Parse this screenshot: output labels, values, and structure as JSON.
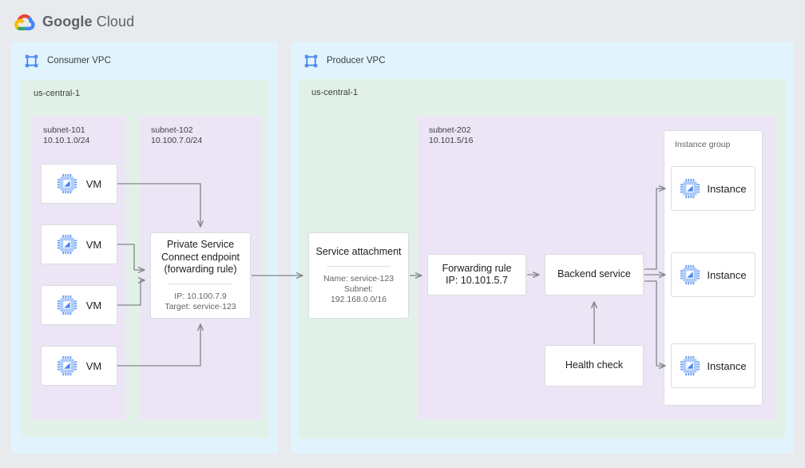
{
  "header": {
    "brand_google": "Google",
    "brand_cloud": "Cloud",
    "logo_icon": "google-cloud-logo"
  },
  "consumer_vpc": {
    "label": "Consumer VPC",
    "icon": "vpc-icon",
    "region": "us-central-1",
    "subnet_101": {
      "label": "subnet-101\n10.10.1.0/24",
      "name": "subnet-101",
      "cidr": "10.10.1.0/24",
      "vms": [
        {
          "label": "VM",
          "icon": "vm-chip-icon"
        },
        {
          "label": "VM",
          "icon": "vm-chip-icon"
        },
        {
          "label": "VM",
          "icon": "vm-chip-icon"
        },
        {
          "label": "VM",
          "icon": "vm-chip-icon"
        }
      ]
    },
    "subnet_102": {
      "label": "subnet-102\n10.100.7.0/24",
      "name": "subnet-102",
      "cidr": "10.100.7.0/24",
      "psc_endpoint": {
        "title": "Private Service\nConnect endpoint\n(forwarding rule)",
        "details": "IP: 10.100.7.9\nTarget: service-123"
      }
    }
  },
  "producer_vpc": {
    "label": "Producer VPC",
    "icon": "vpc-icon",
    "region": "us-central-1",
    "service_attachment": {
      "title": "Service attachment",
      "details": "Name: service-123\nSubnet:\n192.168.0.0/16"
    },
    "subnet_202": {
      "label": "subnet-202\n10.101.5/16",
      "name": "subnet-202",
      "cidr": "10.101.5/16",
      "forwarding_rule": {
        "title": "Forwarding rule\nIP: 10.101.5.7"
      },
      "backend_service": {
        "title": "Backend service"
      },
      "health_check": {
        "title": "Health check"
      },
      "instance_group": {
        "label": "Instance group",
        "instances": [
          {
            "label": "Instance",
            "icon": "vm-chip-icon"
          },
          {
            "label": "Instance",
            "icon": "vm-chip-icon"
          },
          {
            "label": "Instance",
            "icon": "vm-chip-icon"
          }
        ]
      }
    }
  },
  "colors": {
    "page_bg": "#e8eaed",
    "vpc_bg": "#e1f3fd",
    "region_bg": "#e2f1e8",
    "subnet_bg": "#ece5f5",
    "card_bg": "#ffffff",
    "card_border": "#dadce0",
    "wire": "#80868b",
    "icon_blue": "#4285f4",
    "icon_blue_light": "#a8c7fa"
  }
}
